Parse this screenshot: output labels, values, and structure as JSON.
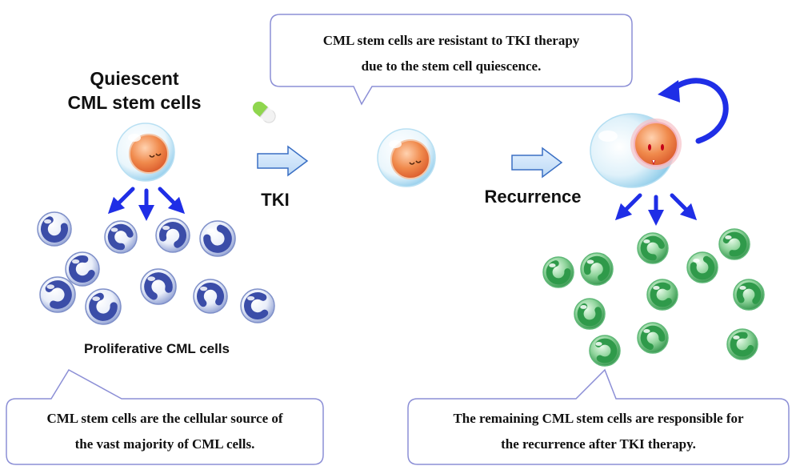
{
  "stem_label": {
    "line1": "Quiescent",
    "line2": "CML stem cells"
  },
  "drug_label": "TKI",
  "recurrence_label": "Recurrence",
  "proliferative_label": "Proliferative CML cells",
  "callout_top": {
    "line1": "CML stem cells are resistant to TKI therapy",
    "line2": "due to the stem cell quiescence."
  },
  "callout_bottom_left": {
    "line1": "CML stem cells are the cellular source of",
    "line2": "the vast majority of CML cells."
  },
  "callout_bottom_right": {
    "line1": "The remaining CML stem cells are responsible for",
    "line2": "the recurrence after TKI therapy."
  },
  "colors": {
    "arrow_blue": "#1f2ee6",
    "proliferative_cell": "#3b4da8",
    "recurrent_cell": "#2f9a4a",
    "stem_nucleus": "#e8743a",
    "callout_border": "#8c8fd6"
  }
}
